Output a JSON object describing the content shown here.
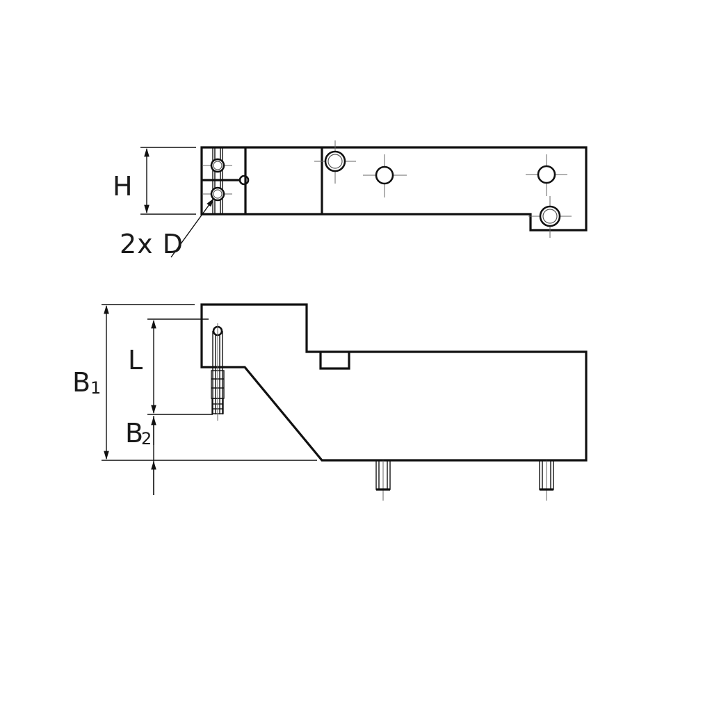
{
  "labels": {
    "height": "H",
    "hole_callout": "2x D",
    "length": "L",
    "b1_main": "B",
    "b1_sub": "1",
    "b2_main": "B",
    "b2_sub": "2"
  },
  "colors": {
    "line": "#111111",
    "center_line": "#666666",
    "background": "#ffffff"
  }
}
